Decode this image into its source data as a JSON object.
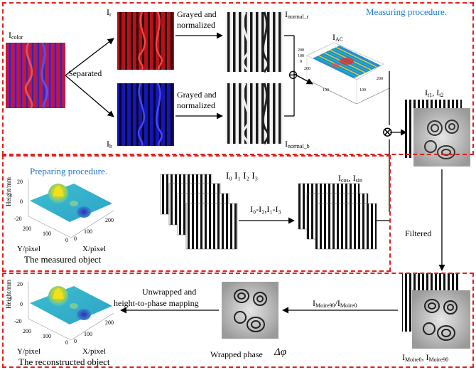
{
  "colors": {
    "box_border": "#e0201c",
    "section_title": "#1f78c8",
    "arrow": "#000000"
  },
  "measuring": {
    "title": "Measuring procedure.",
    "i_color": {
      "main": "I",
      "sub": "color"
    },
    "separated": "Separated",
    "i_r": {
      "main": "I",
      "sub": "r"
    },
    "i_b": {
      "main": "I",
      "sub": "b"
    },
    "grayed_1": "Grayed and",
    "normalized_1": "normalized",
    "grayed_2": "Grayed and",
    "normalized_2": "normalized",
    "i_normal_r": {
      "main": "I",
      "sub": "normal_r"
    },
    "i_normal_b": {
      "main": "I",
      "sub": "normal_b"
    },
    "i_ac": {
      "main": "I",
      "sub": "AC"
    },
    "minus_symbol": "⊖",
    "times_symbol": "⊗",
    "surface_ticks": {
      "z": [
        "200",
        "100",
        "0"
      ],
      "y": [
        "200",
        "100"
      ],
      "x": [
        "200",
        "100"
      ]
    }
  },
  "side": {
    "it1": {
      "main": "I",
      "sub": "t1"
    },
    "it2": {
      "main": "I",
      "sub": "t2"
    },
    "filtered": "Filtered"
  },
  "preparing": {
    "title": "Preparing procedure.",
    "phase_shift": "I₀ I₁ I₂ I₃",
    "subtract": "I₀-I₂,I₁-I₃",
    "cos_sin": "I",
    "cos_sub": "cos",
    "sin_sep": ", I",
    "sin_sub": "sin",
    "plot": {
      "ylabel": "Height/mm",
      "zticks": [
        "20",
        "0",
        "-20"
      ],
      "yticks": [
        "200",
        "100",
        "0"
      ],
      "xticks": [
        "0",
        "100",
        "200"
      ],
      "axis_y": "Y/pixel",
      "axis_x": "X/pixel"
    },
    "caption": "The measured object"
  },
  "reconstruct": {
    "unwrap_1": "Unwrapped and",
    "unwrap_2": "height-to-phase mapping",
    "moire_ratio": "I",
    "moire_ratio_sub1": "Moire90",
    "moire_ratio_sep": "/I",
    "moire_ratio_sub2": "Moire0",
    "moire_pair": "I",
    "moire_pair_sub1": "Moire0",
    "moire_pair_sep": ", I",
    "moire_pair_sub2": "Moire90",
    "wrapped_phase": "Wrapped phase",
    "delta_phi": "Δφ",
    "plot": {
      "ylabel": "Height/mm",
      "zticks": [
        "20",
        "0",
        "-20"
      ],
      "yticks": [
        "200",
        "100",
        "0"
      ],
      "xticks": [
        "0",
        "100",
        "200"
      ],
      "axis_y": "Y/pixel",
      "axis_x": "X/pixel"
    },
    "caption": "The reconstructed object"
  }
}
